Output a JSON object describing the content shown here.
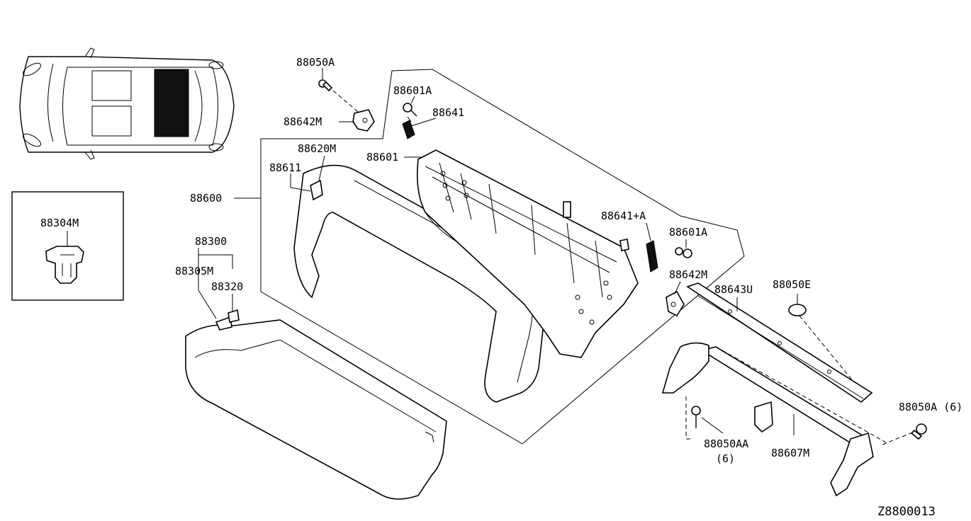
{
  "diagram_id": "Z8800013",
  "callouts": {
    "p88050A_top": "88050A",
    "p88601A_top": "88601A",
    "p88641": "88641",
    "p88642M_top": "88642M",
    "p88601": "88601",
    "p88620M": "88620M",
    "p88611": "88611",
    "p88600": "88600",
    "p88300": "88300",
    "p88305M": "88305M",
    "p88320": "88320",
    "p88304M": "88304M",
    "p88641A": "88641+A",
    "p88601A_right": "88601A",
    "p88642M_right": "88642M",
    "p88643U": "88643U",
    "p88050E": "88050E",
    "p88050A_right": "88050A (6)",
    "p88050AA": "88050AA",
    "p88050AA_qty": "(6)",
    "p88607M": "88607M"
  }
}
